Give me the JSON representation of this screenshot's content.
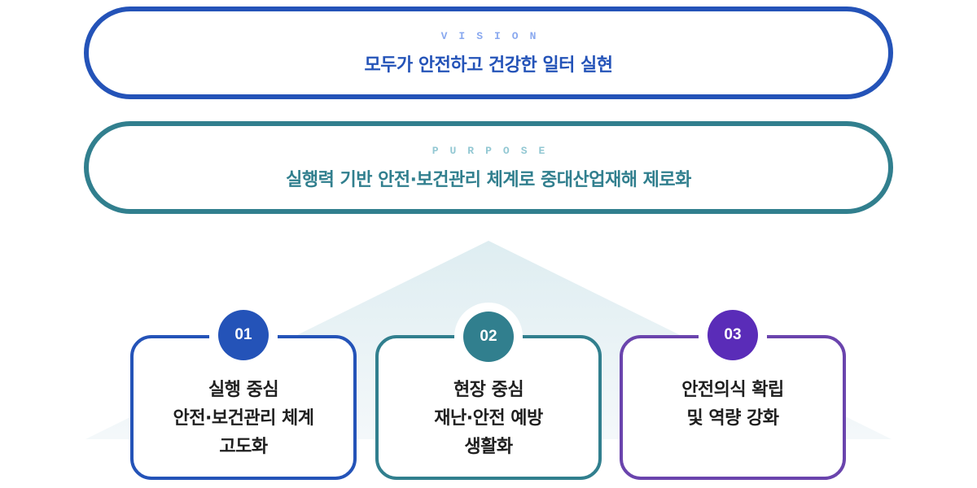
{
  "vision": {
    "label": "VISION",
    "text": "모두가 안전하고 건강한 일터 실현",
    "color": "#2453b8"
  },
  "purpose": {
    "label": "PURPOSE",
    "text": "실행력 기반 안전·보건관리 체계로 중대산업재해 제로화",
    "color": "#317f8e"
  },
  "strategies": [
    {
      "number": "01",
      "lines": [
        "실행 중심",
        "안전·보건관리 체계",
        "고도화"
      ],
      "color": "#2453b8"
    },
    {
      "number": "02",
      "lines": [
        "현장 중심",
        "재난·안전 예방",
        "생활화"
      ],
      "color": "#317f8e"
    },
    {
      "number": "03",
      "lines": [
        "안전의식 확립",
        "및 역량 강화"
      ],
      "color": "#5a2cb8"
    }
  ]
}
